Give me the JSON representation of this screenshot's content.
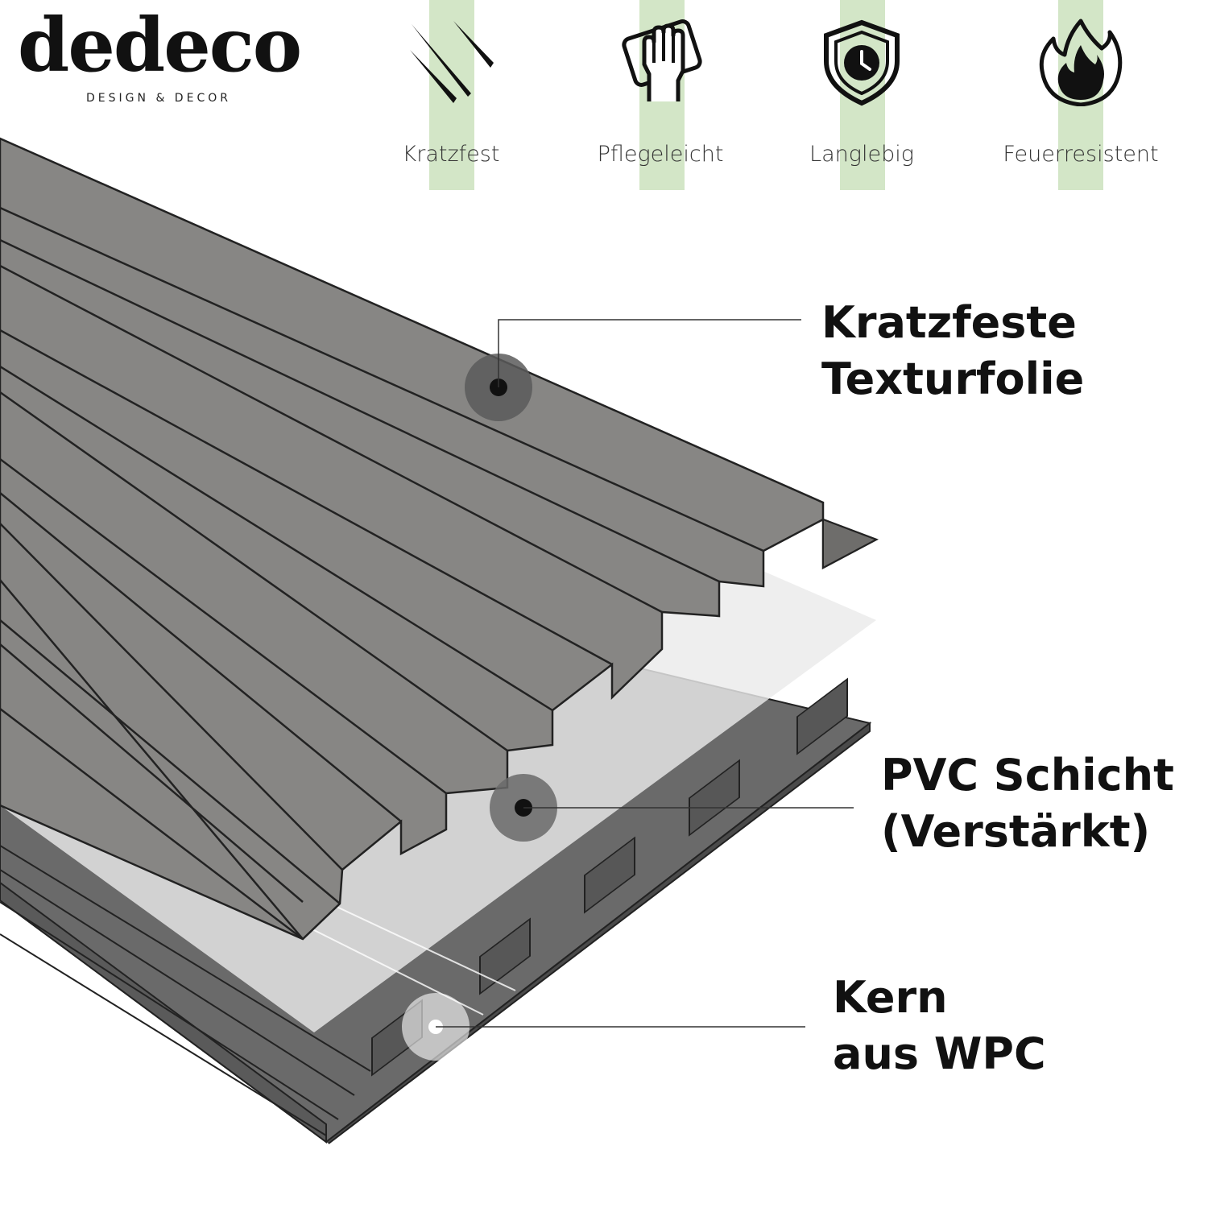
{
  "brand": {
    "name": "dedeco",
    "tagline": "DESIGN & DECOR"
  },
  "features": [
    {
      "label": "Kratzfest",
      "icon": "scratch-icon"
    },
    {
      "label": "Pflegeleicht",
      "icon": "wipe-hand-icon"
    },
    {
      "label": "Langlebig",
      "icon": "shield-clock-icon"
    },
    {
      "label": "Feuerresistent",
      "icon": "flame-icon"
    }
  ],
  "layers": [
    {
      "line1": "Kratzfeste",
      "line2": "Texturfolie"
    },
    {
      "line1": "PVC Schicht",
      "line2": "(Verstärkt)"
    },
    {
      "line1": "Kern",
      "line2": "aus WPC"
    }
  ],
  "colors": {
    "accent": "#d3e6c7",
    "foil": "#878684",
    "core": "#6a6a6a",
    "pvc": "#d8d8d8"
  }
}
